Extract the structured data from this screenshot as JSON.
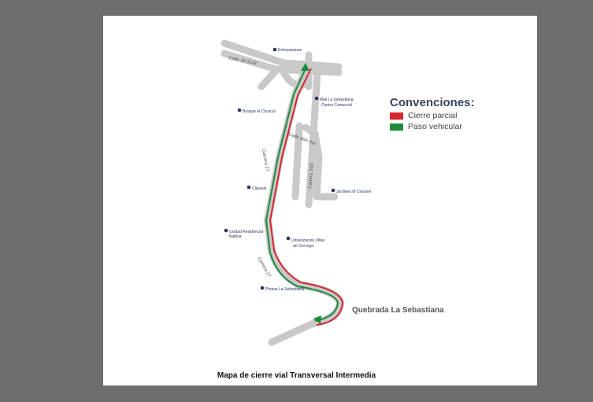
{
  "map": {
    "streets": [
      "Calle 36 SUR",
      "Carrera 27",
      "Calle 36A Sur",
      "Carrera 26D",
      "Carrera 27"
    ],
    "pois": [
      "Entreparques",
      "Mall La Sebastiana",
      "Centro Comercial",
      "Bosque el Chuscal",
      "Claravel",
      "Jardines III Claravel",
      "Unidad Residencial",
      "Balboa",
      "Urbanización Villas",
      "de Córcega",
      "Primas La Sebastiana"
    ],
    "quebrada": "Quebrada La Sebastiana",
    "caption": "Mapa de cierre vial Transversal Intermedia"
  },
  "legend": {
    "title": "Convenciones:",
    "items": [
      {
        "label": "Cierre parcial",
        "color": "#d7262e"
      },
      {
        "label": "Paso vehicular",
        "color": "#1e8a3c"
      }
    ]
  }
}
